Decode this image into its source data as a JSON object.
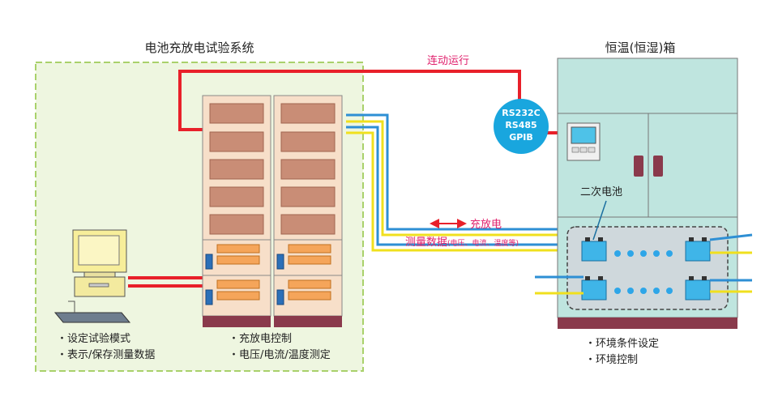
{
  "system_title": "电池充放电试验系统",
  "chamber_title": "恒温(恒湿)箱",
  "link_label": "连动运行",
  "interfaces": [
    "RS232C",
    "RS485",
    "GPIB"
  ],
  "battery_label": "二次电池",
  "charge_label": "充放电",
  "measure_label": "测量数据",
  "measure_detail": "(电压、电流、温度等)",
  "pc_features": [
    "・设定试验模式",
    "・表示/保存测量数据"
  ],
  "cabinet_features": [
    "・充放电控制",
    "・电压/电流/温度测定"
  ],
  "chamber_features": [
    "・环境条件设定",
    "・环境控制"
  ],
  "colors": {
    "red_line": "#e8202a",
    "blue_line": "#2e8fd4",
    "yellow_line": "#f0e01e",
    "system_bg": "#eef6e0",
    "system_border": "#a9d16b",
    "cabinet": "#f7dfc9",
    "cabinet_panel": "#c98d76",
    "cabinet_base": "#8a3a4c",
    "chamber": "#bfe5df",
    "chamber_base": "#8a3a4c",
    "interface_badge": "#19a6de",
    "battery": "#3fb5e8",
    "pink_text": "#e0206c"
  }
}
